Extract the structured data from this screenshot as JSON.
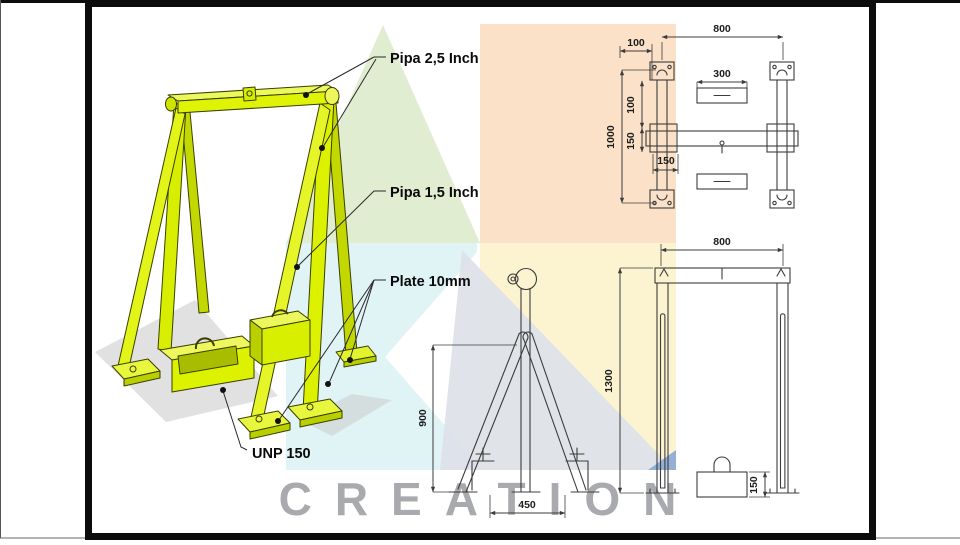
{
  "sheet": {
    "watermark_text": "CREATION"
  },
  "iso_view": {
    "labels": {
      "pipe_25": "Pipa 2,5 Inch",
      "pipe_15": "Pipa 1,5 Inch",
      "plate": "Plate 10mm",
      "unp": "UNP 150"
    }
  },
  "plan_view": {
    "dims": {
      "d100_top": "100",
      "d800": "800",
      "d300": "300",
      "d100_left": "100",
      "d1000": "1000",
      "d150_left": "150",
      "d150_bottom": "150"
    }
  },
  "side_view": {
    "dims": {
      "d900": "900",
      "d450": "450"
    }
  },
  "front_view": {
    "dims": {
      "d800": "800",
      "d1300": "1300",
      "d150": "150"
    }
  },
  "colors": {
    "structure_yellow": "#dff307",
    "structure_shade": "#c3d800",
    "cad_line": "#3c3c3c",
    "frame_black": "#0c0c0c",
    "watermark_gray_text": "#a8aaad",
    "wm_green": "#e0edd0",
    "wm_peach": "#fbe1c8",
    "wm_cyan": "#e0f3f5",
    "wm_yellow": "#fcf4d0",
    "wm_gray": "#dde1e8",
    "wm_blue": "#8aa9d4"
  }
}
